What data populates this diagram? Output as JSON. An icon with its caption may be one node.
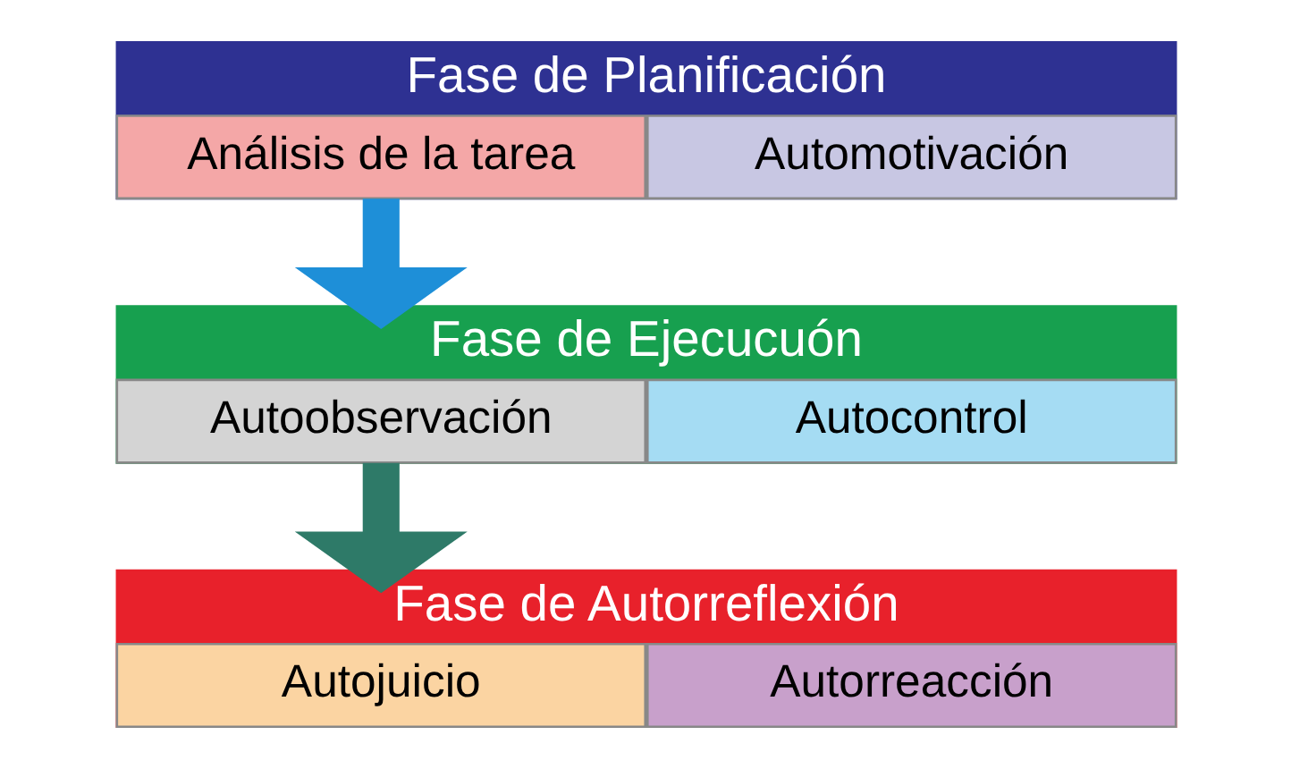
{
  "diagram": {
    "nodes": [
      {
        "text": [
          "Fase de Planificación"
        ]
      },
      {
        "text": [
          "Análisis de la tarea"
        ],
        "in": 0
      },
      {
        "text": [
          "Automotivación"
        ],
        "in": 0
      },
      {
        "text": [
          "Fase de Ejecucuón"
        ]
      },
      {
        "text": [
          "Autoobservación"
        ],
        "in": 3
      },
      {
        "text": [
          "Autocontrol"
        ],
        "in": 3
      },
      {
        "text": [
          "Fase de Autorreflexión"
        ]
      },
      {
        "text": [
          "Autojuicio"
        ],
        "in": 6
      },
      {
        "text": [
          "Autorreacción"
        ],
        "in": 6
      }
    ],
    "edges": [
      {
        "from": 0,
        "to": 3,
        "arrow": "to",
        "color": "#1e8fd8"
      },
      {
        "from": 3,
        "to": 6,
        "arrow": "to",
        "color": "#2e7a68"
      }
    ]
  }
}
